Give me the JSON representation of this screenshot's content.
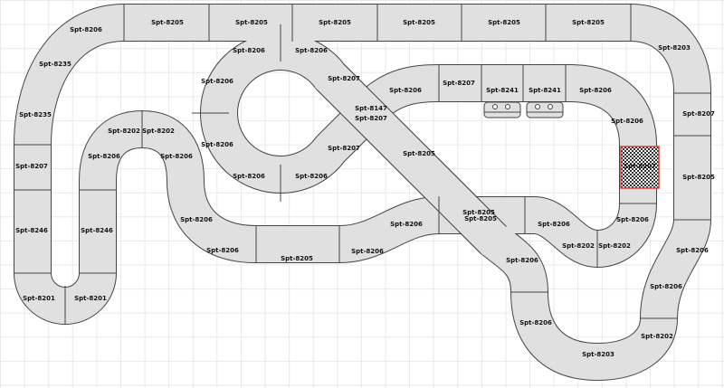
{
  "colors": {
    "track": "#e0e0e0",
    "outline": "#444444",
    "selected_border": "#e53935"
  },
  "pieces": {
    "top": [
      "Spt-8206",
      "Spt-8205",
      "Spt-8205",
      "Spt-8205",
      "Spt-8205",
      "Spt-8205",
      "Spt-8205",
      "Spt-8203"
    ],
    "right": [
      "Spt-8207",
      "Spt-8205",
      "Spt-8206",
      "Spt-8206",
      "Spt-8202",
      "Spt-8203",
      "Spt-8206",
      "Spt-8206"
    ],
    "left": [
      "Spt-8235",
      "Spt-8235",
      "Spt-8207",
      "Spt-8246",
      "Spt-8201",
      "Spt-8201",
      "Spt-8246",
      "Spt-8206",
      "Spt-8202",
      "Spt-8202",
      "Spt-8206"
    ],
    "lower": [
      "Spt-8206",
      "Spt-8206",
      "Spt-8205",
      "Spt-8206",
      "Spt-8206",
      "Spt-8205",
      "Spt-8205",
      "Spt-8206",
      "Spt-8202",
      "Spt-8202",
      "Spt-8206"
    ],
    "circle": [
      "Spt-8206",
      "Spt-8206",
      "Spt-8206",
      "Spt-8206",
      "Spt-8207",
      "Spt-8207",
      "Spt-8206",
      "Spt-8206"
    ],
    "crossing": [
      "Spt-8147",
      "Spt-8207",
      "Spt-8205"
    ],
    "inner": [
      "Spt-8206",
      "Spt-8207",
      "Spt-8241",
      "Spt-8241",
      "Spt-8206",
      "Spt-8206",
      "Spt-8207"
    ]
  }
}
